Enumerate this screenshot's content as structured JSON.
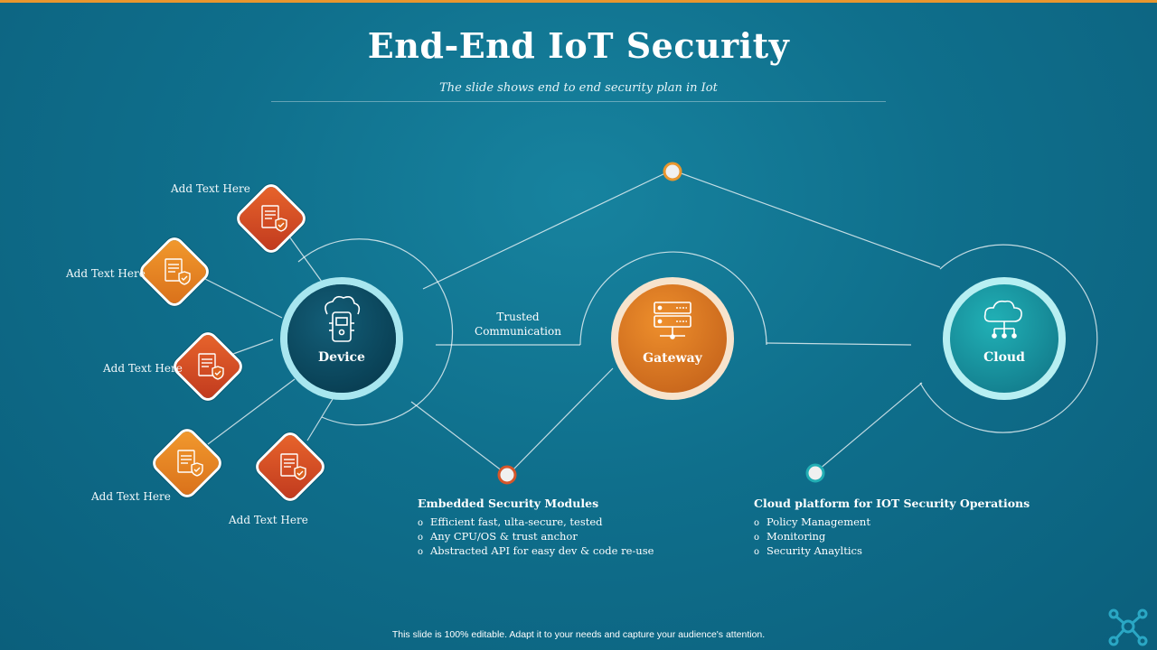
{
  "header": {
    "title": "End-End IoT Security",
    "subtitle": "The slide shows end to end security plan in Iot"
  },
  "nodes": {
    "device": {
      "label": "Device",
      "icon": "iot-device-icon"
    },
    "gateway": {
      "label": "Gateway",
      "icon": "server-rack-icon"
    },
    "cloud": {
      "label": "Cloud",
      "icon": "cloud-network-icon"
    }
  },
  "connector_label": "Trusted\nCommunication",
  "satellites": [
    {
      "label": "Add Text Here",
      "icon": "secure-document-icon",
      "color": "#c84a22"
    },
    {
      "label": "Add Text Here",
      "icon": "secure-document-icon",
      "color": "#e07a22"
    },
    {
      "label": "Add Text Here",
      "icon": "secure-document-icon",
      "color": "#c84a22"
    },
    {
      "label": "Add Text Here",
      "icon": "secure-document-icon",
      "color": "#e07a22"
    },
    {
      "label": "Add Text Here",
      "icon": "secure-document-icon",
      "color": "#c84a22"
    }
  ],
  "blocks": {
    "embedded": {
      "heading": "Embedded Security Modules",
      "items": [
        "Efficient fast, ulta-secure, tested",
        "Any CPU/OS & trust anchor",
        "Abstracted API for easy dev & code re-use"
      ]
    },
    "cloud": {
      "heading": "Cloud platform  for IOT Security Operations",
      "items": [
        "Policy Management",
        "Monitoring",
        "Security Anayltics"
      ]
    }
  },
  "footer": "This slide is 100% editable.  Adapt it to your needs and capture your audience's attention.",
  "colors": {
    "background": "#0f6f8c",
    "accent_orange": "#e8962e",
    "accent_red": "#c84a22",
    "device_core": "#0b4e66",
    "cloud_core": "#1a9ea6"
  }
}
